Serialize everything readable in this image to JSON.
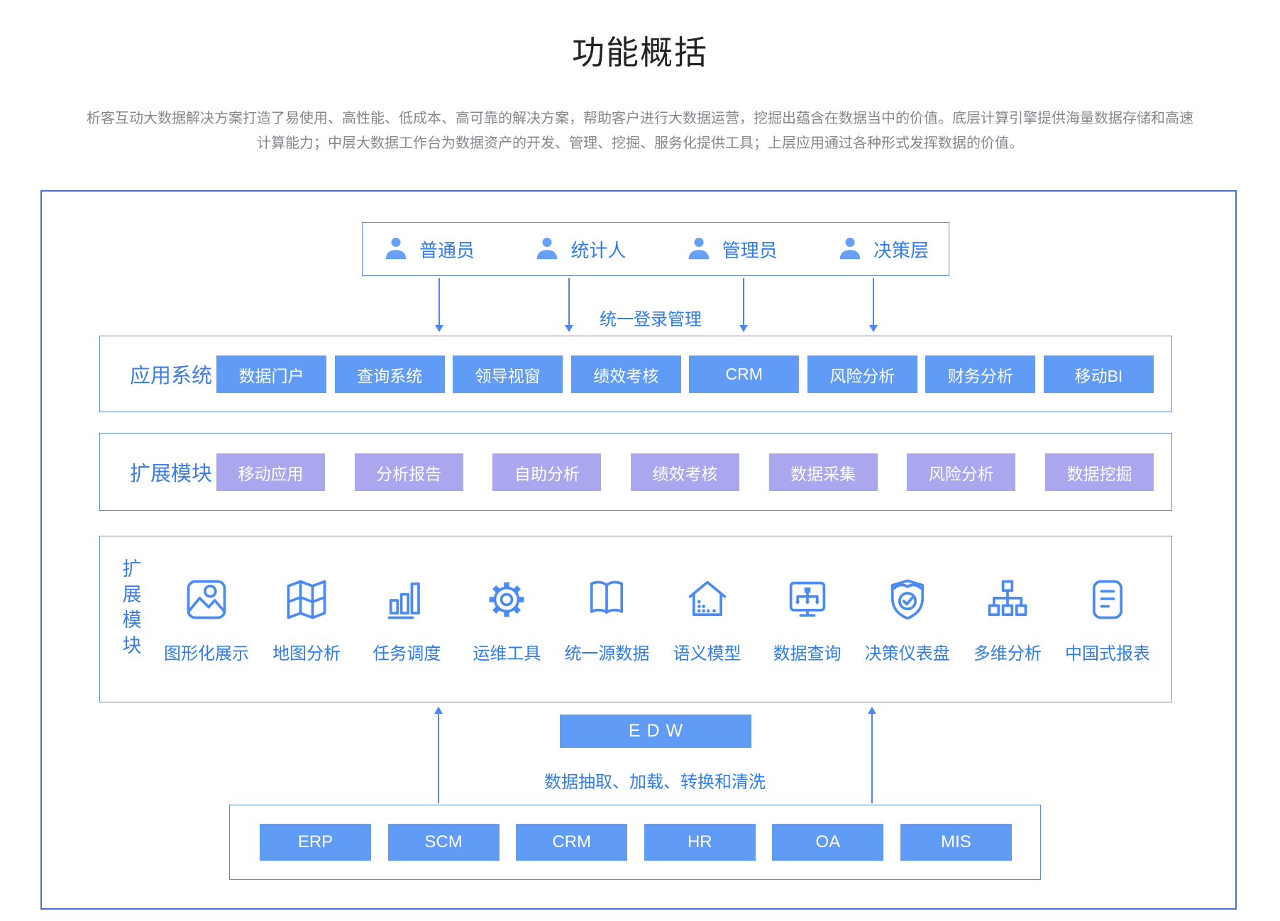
{
  "page": {
    "title": "功能概括",
    "description_line1": "析客互动大数据解决方案打造了易使用、高性能、低成本、高可靠的解决方案，帮助客户进行大数据运营，挖掘出蕴含在数据当中的价值。底层计算引擎提供海量数据存储和高速",
    "description_line2": "计算能力；中层大数据工作台为数据资产的开发、管理、挖掘、服务化提供工具；上层应用通过各种形式发挥数据的价值。"
  },
  "diagram": {
    "users": {
      "items": [
        {
          "icon": "user-icon",
          "label": "普通员"
        },
        {
          "icon": "user-icon",
          "label": "统计人"
        },
        {
          "icon": "user-icon",
          "label": "管理员"
        },
        {
          "icon": "user-icon",
          "label": "决策层"
        }
      ],
      "login_label": "统一登录管理"
    },
    "app_row": {
      "label": "应用系统",
      "items": [
        "数据门户",
        "查询系统",
        "领导视窗",
        "绩效考核",
        "CRM",
        "风险分析",
        "财务分析",
        "移动BI"
      ]
    },
    "ext_row": {
      "label": "扩展模块",
      "items": [
        "移动应用",
        "分析报告",
        "自助分析",
        "绩效考核",
        "数据采集",
        "风险分析",
        "数据挖掘"
      ]
    },
    "icon_box": {
      "label": "扩展模块",
      "label_chars": [
        "扩",
        "展",
        "模",
        "块"
      ],
      "items": [
        {
          "icon": "image-icon",
          "label": "图形化展示"
        },
        {
          "icon": "map-icon",
          "label": "地图分析"
        },
        {
          "icon": "bar-chart-icon",
          "label": "任务调度"
        },
        {
          "icon": "gear-icon",
          "label": "运维工具"
        },
        {
          "icon": "book-icon",
          "label": "统一源数据"
        },
        {
          "icon": "house-icon",
          "label": "语义模型"
        },
        {
          "icon": "monitor-flow-icon",
          "label": "数据查询"
        },
        {
          "icon": "shield-check-icon",
          "label": "决策仪表盘"
        },
        {
          "icon": "hierarchy-icon",
          "label": "多维分析"
        },
        {
          "icon": "report-icon",
          "label": "中国式报表"
        }
      ]
    },
    "edw": {
      "label": "EDW",
      "etl_label": "数据抽取、加载、转换和清洗"
    },
    "source_row": {
      "items": [
        "ERP",
        "SCM",
        "CRM",
        "HR",
        "OA",
        "MIS"
      ]
    }
  },
  "colors": {
    "accent_blue": "#609bf5",
    "accent_purple": "#aba7ef",
    "outer_border_blue": "#4a6fd6",
    "inner_border_blue": "#6288e8",
    "text_blue": "#2e7ced",
    "icon_blue": "#4a8af2",
    "title_color": "#222222",
    "description_color": "#85878c"
  }
}
